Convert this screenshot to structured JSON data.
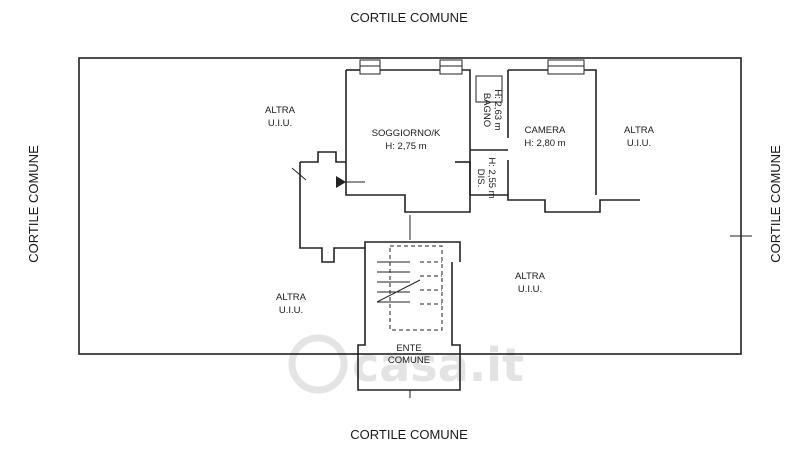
{
  "edges": {
    "top": "CORTILE COMUNE",
    "bottom": "CORTILE COMUNE",
    "left": "CORTILE COMUNE",
    "right": "CORTILE COMUNE"
  },
  "rooms": {
    "altra_top_left": {
      "line1": "ALTRA",
      "line2": "U.I.U."
    },
    "altra_top_right": {
      "line1": "ALTRA",
      "line2": "U.I.U."
    },
    "altra_center": {
      "line1": "ALTRA",
      "line2": "U.I.U."
    },
    "altra_bottom_left": {
      "line1": "ALTRA",
      "line2": "U.I.U."
    },
    "soggiorno": {
      "name": "SOGGIORNO/K",
      "height": "H: 2,75 m"
    },
    "camera": {
      "name": "CAMERA",
      "height": "H: 2,80 m"
    },
    "bagno": {
      "name": "BAGNO",
      "height": "H: 2,63 m"
    },
    "dis": {
      "name": "DIS.",
      "height": "H: 2,55 m"
    },
    "ente_comune": {
      "line1": "ENTE",
      "line2": "COMUNE"
    }
  },
  "watermark": {
    "text": "casa.it"
  }
}
